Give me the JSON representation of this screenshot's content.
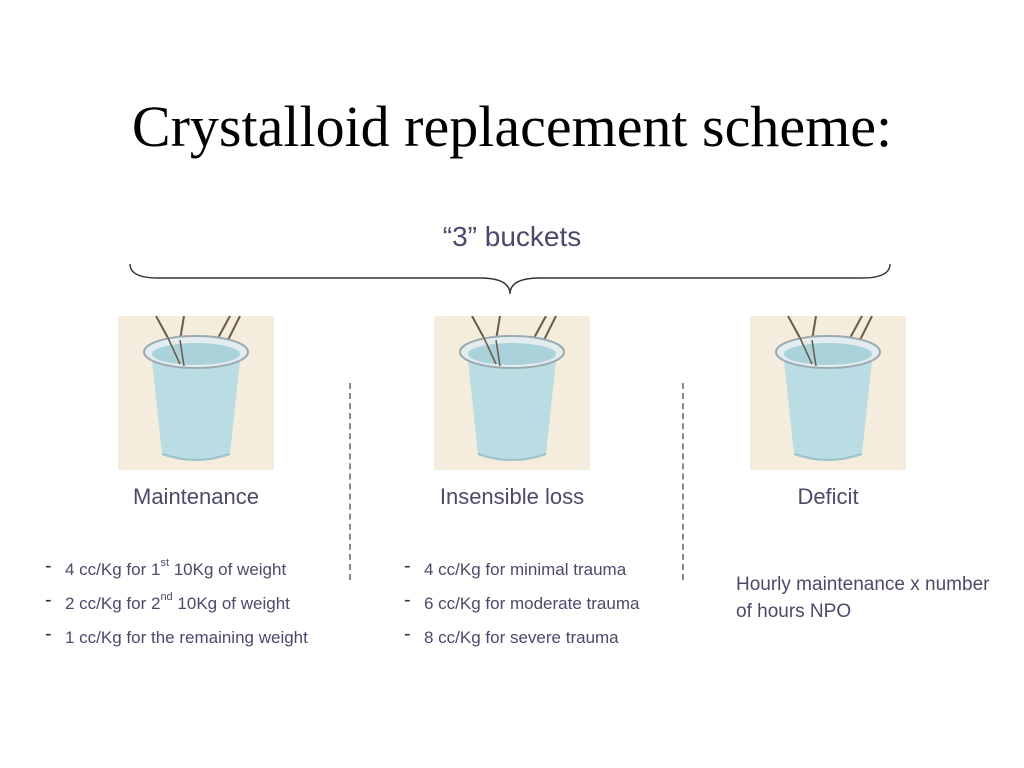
{
  "title": "Crystalloid replacement scheme:",
  "subtitle": "“3” buckets",
  "columns": [
    {
      "label": "Maintenance",
      "bullets": [
        {
          "pre": "4 cc/Kg for 1",
          "sup": "st",
          "post": " 10Kg of weight"
        },
        {
          "pre": "2 cc/Kg for 2",
          "sup": "nd",
          "post": " 10Kg of weight"
        },
        {
          "pre": "1 cc/Kg for the remaining weight",
          "sup": "",
          "post": ""
        }
      ]
    },
    {
      "label": "Insensible loss",
      "bullets": [
        {
          "pre": "4 cc/Kg for minimal trauma",
          "sup": "",
          "post": ""
        },
        {
          "pre": "6 cc/Kg for moderate trauma",
          "sup": "",
          "post": ""
        },
        {
          "pre": "8 cc/Kg for severe trauma",
          "sup": "",
          "post": ""
        }
      ]
    },
    {
      "label": "Deficit",
      "text": "Hourly maintenance x number of hours NPO"
    }
  ],
  "bullet_marker": "-",
  "colors": {
    "title": "#000000",
    "body_text": "#4a4a6a",
    "divider": "#8a8a8a",
    "bucket_water": "#b9dde3",
    "bucket_tile": "#f4ecdd"
  }
}
